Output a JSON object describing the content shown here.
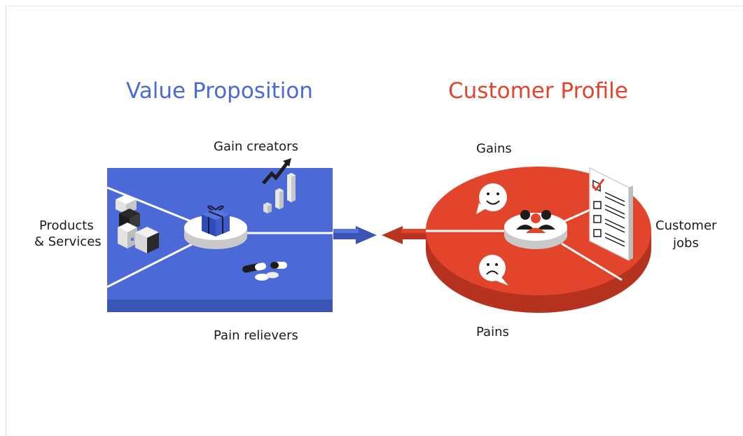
{
  "value_proposition": {
    "title": "Value Proposition",
    "color": "#4a6bd6",
    "labels": {
      "gain_creators": "Gain creators",
      "products_line1": "Products",
      "products_line2": "& Services",
      "pain_relievers": "Pain relievers"
    }
  },
  "customer_profile": {
    "title": "Customer Profile",
    "color": "#e2452c",
    "labels": {
      "gains": "Gains",
      "pains": "Pains",
      "jobs_line1": "Customer",
      "jobs_line2": "jobs"
    }
  },
  "icons": {
    "value_center": "gift-icon",
    "gain_creators": "growth-chart-icon",
    "products": "boxes-icon",
    "pain_relievers": "pills-icon",
    "customer_center": "people-icon",
    "gains": "happy-face-icon",
    "pains": "sad-face-icon",
    "jobs": "checklist-icon"
  }
}
